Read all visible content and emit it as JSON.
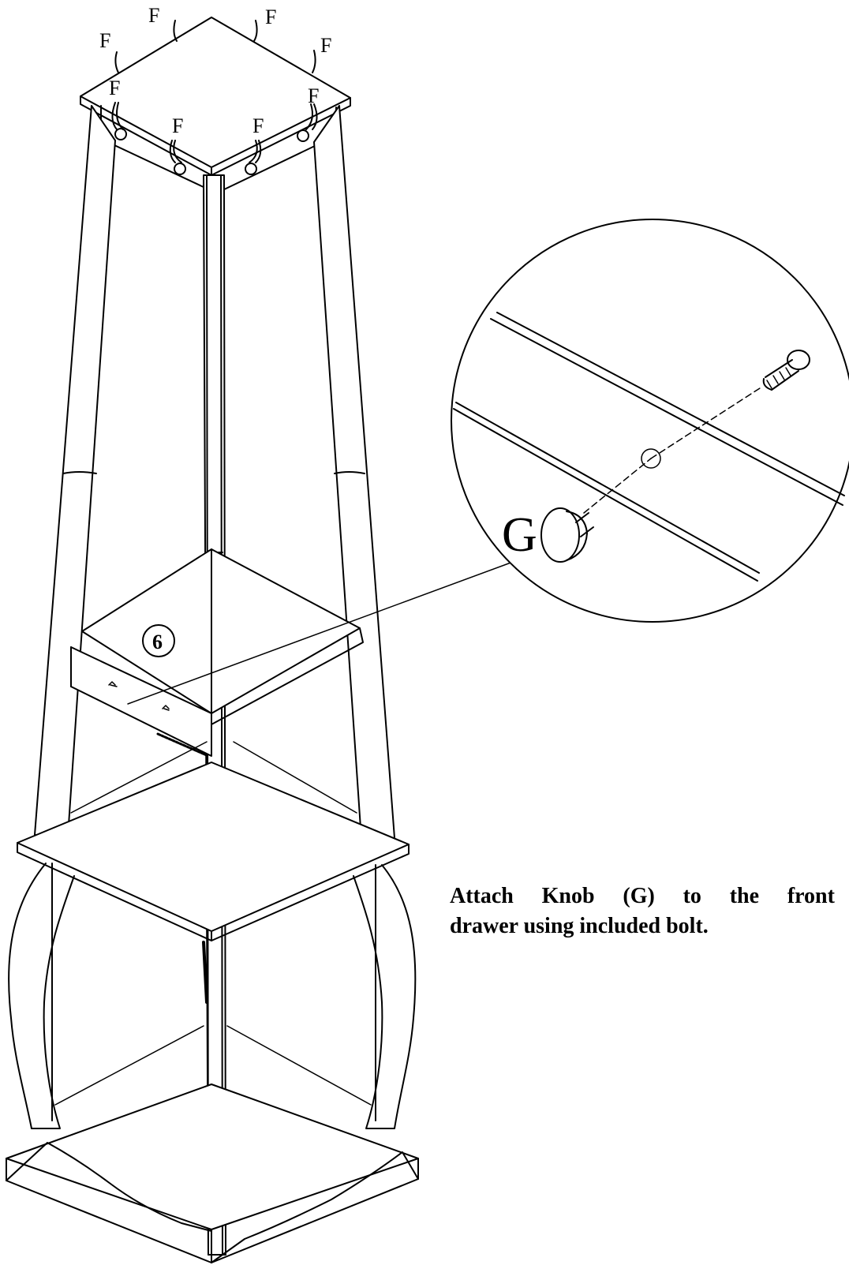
{
  "step": {
    "number": "6"
  },
  "labels": {
    "hook_part": "F",
    "knob_part": "G"
  },
  "instruction": {
    "words_line1": [
      "Attach",
      "Knob",
      "(G)",
      "to",
      "the",
      "front"
    ],
    "line2": "drawer using included bolt."
  }
}
